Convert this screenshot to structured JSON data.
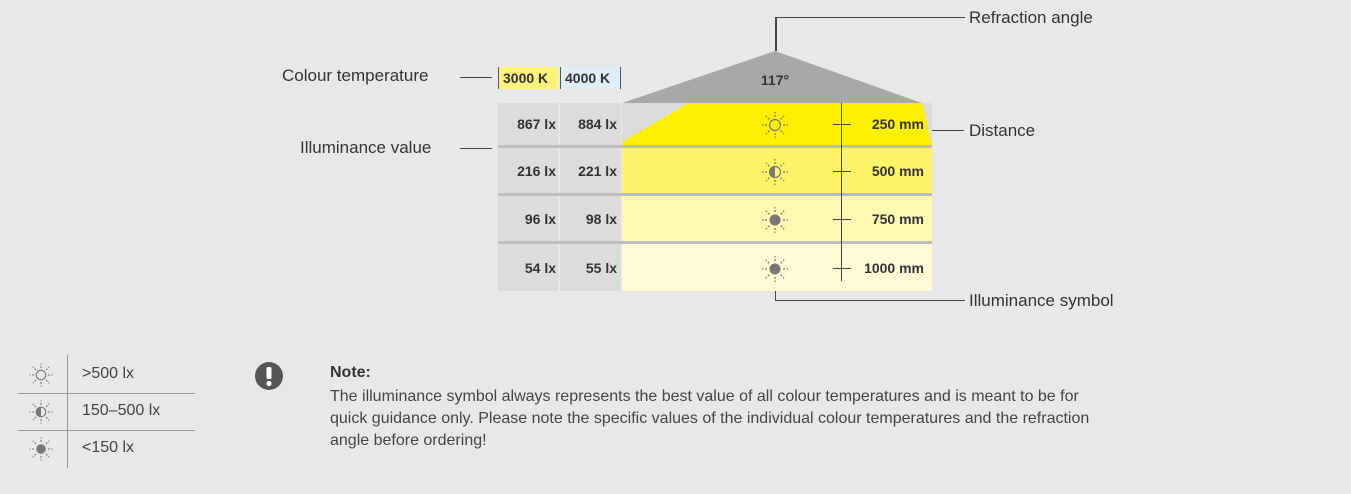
{
  "labels": {
    "refraction_angle": "Refraction angle",
    "colour_temperature": "Colour temperature",
    "illuminance_value": "Illuminance value",
    "distance": "Distance",
    "illuminance_symbol": "Illuminance symbol"
  },
  "angle": "117°",
  "colour_temps": [
    "3000 K",
    "4000 K"
  ],
  "rows": [
    {
      "lux_3000": "867 lx",
      "lux_4000": "884 lx",
      "distance": "250 mm",
      "symbol": "sun-high-icon"
    },
    {
      "lux_3000": "216 lx",
      "lux_4000": "221 lx",
      "distance": "500 mm",
      "symbol": "sun-medium-icon"
    },
    {
      "lux_3000": "96 lx",
      "lux_4000": "98 lx",
      "distance": "750 mm",
      "symbol": "sun-low-icon"
    },
    {
      "lux_3000": "54 lx",
      "lux_4000": "55 lx",
      "distance": "1000 mm",
      "symbol": "sun-low-icon"
    }
  ],
  "legend": [
    {
      "symbol": "sun-high-icon",
      "text": ">500 lx"
    },
    {
      "symbol": "sun-medium-icon",
      "text": "150–500 lx"
    },
    {
      "symbol": "sun-low-icon",
      "text": "<150 lx"
    }
  ],
  "note": {
    "title": "Note:",
    "text": "The illuminance symbol always represents the best value of all colour temperatures and is meant to be for quick guidance only. Please note the specific values of the individual colour temperatures and the refraction angle before ordering!"
  },
  "colors": {
    "background": "#e8e8e8",
    "cell_gray": "#dcdcdc",
    "triangle_gray": "#a8a8a8",
    "yellow_row1": "#ffef00",
    "yellow_row2": "#fff36a",
    "yellow_row3": "#fff8b0",
    "yellow_row4": "#fffbd6",
    "ct_3000": "#fff27a",
    "ct_4000": "#dfeef8"
  }
}
